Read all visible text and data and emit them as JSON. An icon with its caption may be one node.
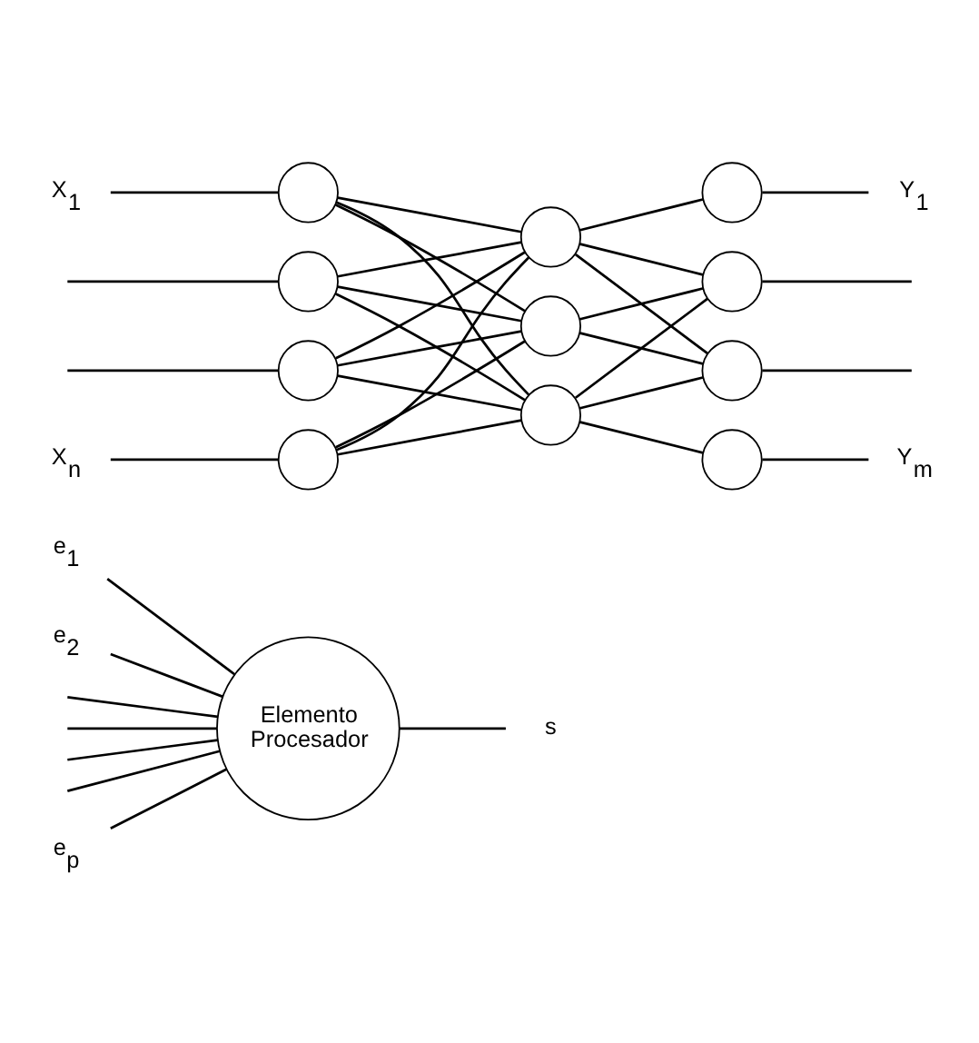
{
  "diagram": {
    "nodes": [
      {
        "text": [
          "e$_{1}$"
        ]
      },
      {
        "text": [
          "e$_{2}$"
        ]
      },
      {
        "text": [
          "Elemento Procesador"
        ]
      },
      {
        "text": [
          "e$_{p}$"
        ]
      },
      {
        "text": [
          "s"
        ]
      },
      {
        "text": [
          "X$_{1}$"
        ]
      },
      {
        "text": [
          "X$_{n}$"
        ]
      },
      {
        "text": [],
        "shape": "circle"
      },
      {
        "text": [],
        "shape": "circle"
      },
      {
        "text": [],
        "shape": "circle"
      },
      {
        "text": [],
        "shape": "circle"
      },
      {
        "text": [],
        "shape": "circle"
      },
      {
        "text": [],
        "shape": "circle"
      },
      {
        "text": [],
        "shape": "circle"
      },
      {
        "text": [],
        "shape": "circle"
      },
      {
        "text": [],
        "shape": "circle"
      },
      {
        "text": [],
        "shape": "circle"
      },
      {
        "text": [],
        "shape": "circle"
      },
      {
        "text": [
          "Y$_{1}$"
        ]
      },
      {
        "text": [
          "Y$_{m}$"
        ]
      }
    ],
    "edges": [
      {
        "from": 0,
        "to": 2,
        "arrow": "none"
      },
      {
        "from": 1,
        "to": 2,
        "arrow": "none"
      },
      {
        "from": null,
        "to": 2,
        "arrow": "none"
      },
      {
        "from": null,
        "to": 2,
        "arrow": "none"
      },
      {
        "from": null,
        "to": 2,
        "arrow": "none"
      },
      {
        "from": null,
        "to": 2,
        "arrow": "none"
      },
      {
        "from": 3,
        "to": 2,
        "arrow": "none"
      },
      {
        "from": 2,
        "to": 4,
        "arrow": "none"
      },
      {
        "from": 5,
        "to": 7,
        "arrow": "none"
      },
      {
        "from": null,
        "to": 8,
        "arrow": "none"
      },
      {
        "from": null,
        "to": 9,
        "arrow": "none"
      },
      {
        "from": 6,
        "to": 10,
        "arrow": "none"
      },
      {
        "from": 7,
        "to": 11,
        "arrow": "none"
      },
      {
        "from": 7,
        "to": 12,
        "arrow": "none"
      },
      {
        "from": 7,
        "to": 13,
        "arrow": "none"
      },
      {
        "from": 8,
        "to": 11,
        "arrow": "none"
      },
      {
        "from": 8,
        "to": 12,
        "arrow": "none"
      },
      {
        "from": 8,
        "to": 13,
        "arrow": "none"
      },
      {
        "from": 9,
        "to": 11,
        "arrow": "none"
      },
      {
        "from": 9,
        "to": 12,
        "arrow": "none"
      },
      {
        "from": 9,
        "to": 13,
        "arrow": "none"
      },
      {
        "from": 10,
        "to": 11,
        "arrow": "none"
      },
      {
        "from": 10,
        "to": 12,
        "arrow": "none"
      },
      {
        "from": 10,
        "to": 13,
        "arrow": "none"
      },
      {
        "from": 11,
        "to": 14,
        "arrow": "none"
      },
      {
        "from": 11,
        "to": 15,
        "arrow": "none"
      },
      {
        "from": 11,
        "to": 16,
        "arrow": "none"
      },
      {
        "from": 12,
        "to": 15,
        "arrow": "none"
      },
      {
        "from": 12,
        "to": 16,
        "arrow": "none"
      },
      {
        "from": 13,
        "to": 15,
        "arrow": "none"
      },
      {
        "from": 13,
        "to": 16,
        "arrow": "none"
      },
      {
        "from": 13,
        "to": 17,
        "arrow": "none"
      },
      {
        "from": 14,
        "to": 18,
        "arrow": "none"
      },
      {
        "from": 15,
        "to": null,
        "arrow": "none"
      },
      {
        "from": 16,
        "to": null,
        "arrow": "none"
      },
      {
        "from": 17,
        "to": 19,
        "arrow": "none"
      }
    ]
  }
}
